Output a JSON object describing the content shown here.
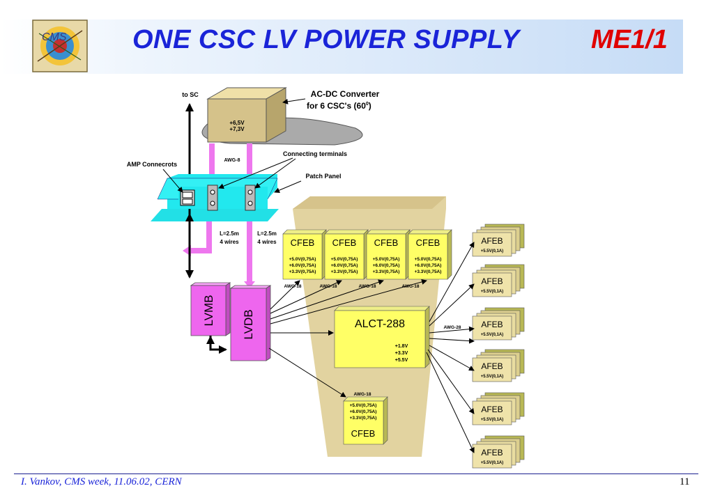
{
  "slide": {
    "title": "ONE CSC LV POWER SUPPLY",
    "subtitle": "ME1/1",
    "logo_text": "CMS",
    "footer": "I. Vankov, CMS week, 11.06.02, CERN",
    "page_number": "11"
  },
  "diagram": {
    "to_sc": "to SC",
    "converter_title": "AC-DC Converter",
    "converter_subtitle": "for 6 CSC's (60",
    "converter_sup": "0",
    "converter_close": ")",
    "converter_v1": "+6,5V",
    "converter_v2": "+7,3V",
    "awg8": "AWG-8",
    "connecting_terminals": "Connecting terminals",
    "amp_connectors": "AMP Connecrots",
    "patch_panel": "Patch Panel",
    "cable_len_1": "L=2.5m",
    "cable_wires_1": "4 wires",
    "cable_len_2": "L=2.5m",
    "cable_wires_2": "4 wires",
    "lvmb": "LVMB",
    "lvdb": "LVDB",
    "cfeb_label": "CFEB",
    "cfeb_v1": "+5.0V(0,75A)",
    "cfeb_v2": "+6.0V(0,75A)",
    "cfeb_v3": "+3.3V(0,75A)",
    "awg18": "AWG-18",
    "alct": "ALCT-288",
    "alct_v1": "+1.8V",
    "alct_v2": "+3.3V",
    "alct_v3": "+5.5V",
    "awg28": "AWG-28",
    "afeb_label": "AFEB",
    "afeb_v": "+5.5V(0,1A)"
  },
  "colors": {
    "title_blue": "#1a24d8",
    "title_red": "#e00000",
    "box_yellow": "#ffff99",
    "box_magenta": "#ee66ee",
    "panel_cyan": "#22e8ee",
    "chamber_tan": "#e2d3a0"
  }
}
